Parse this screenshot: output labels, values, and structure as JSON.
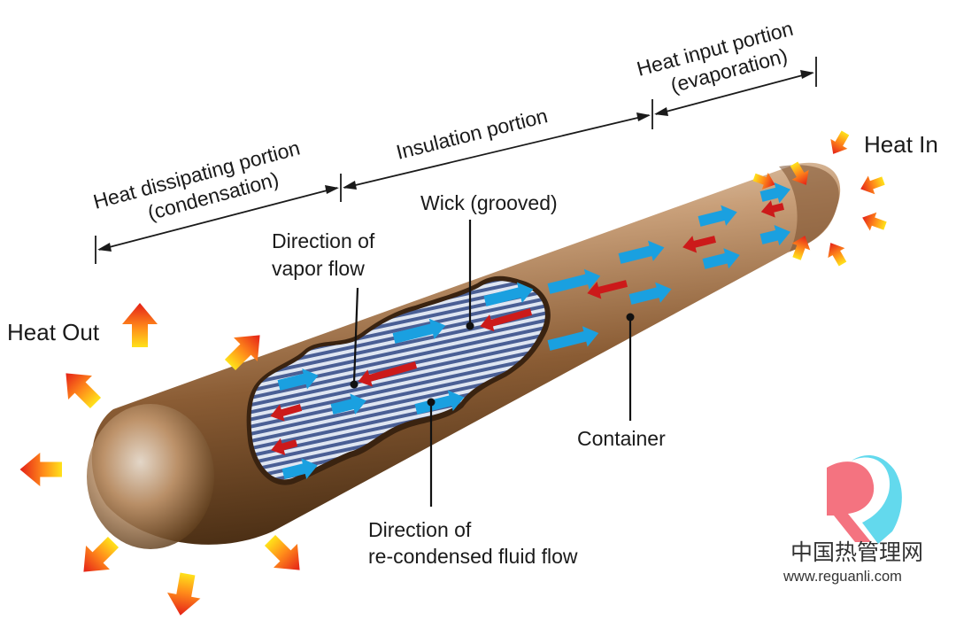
{
  "labels": {
    "heat_in": "Heat In",
    "heat_out": "Heat Out",
    "heat_input_line1": "Heat input portion",
    "heat_input_line2": "(evaporation)",
    "insulation": "Insulation portion",
    "heat_dissipating_line1": "Heat dissipating portion",
    "heat_dissipating_line2": "(condensation)",
    "wick": "Wick (grooved)",
    "vapor_line1": "Direction of",
    "vapor_line2": "vapor flow",
    "container": "Container",
    "fluid_line1": "Direction of",
    "fluid_line2": "re-condensed fluid flow"
  },
  "watermark": {
    "name": "中国热管理网",
    "url": "www.reguanli.com"
  },
  "colors": {
    "tube_light": "#e9d8c3",
    "tube_mid": "#a8794e",
    "tube_dark": "#5e3c1d",
    "vapor_arrow": "#1aa0e0",
    "fluid_arrow": "#cc1a1a",
    "heat_arrow_red": "#e8321a",
    "heat_arrow_yellow": "#ffd21a",
    "wick_stripe": "#5a6fa0"
  }
}
